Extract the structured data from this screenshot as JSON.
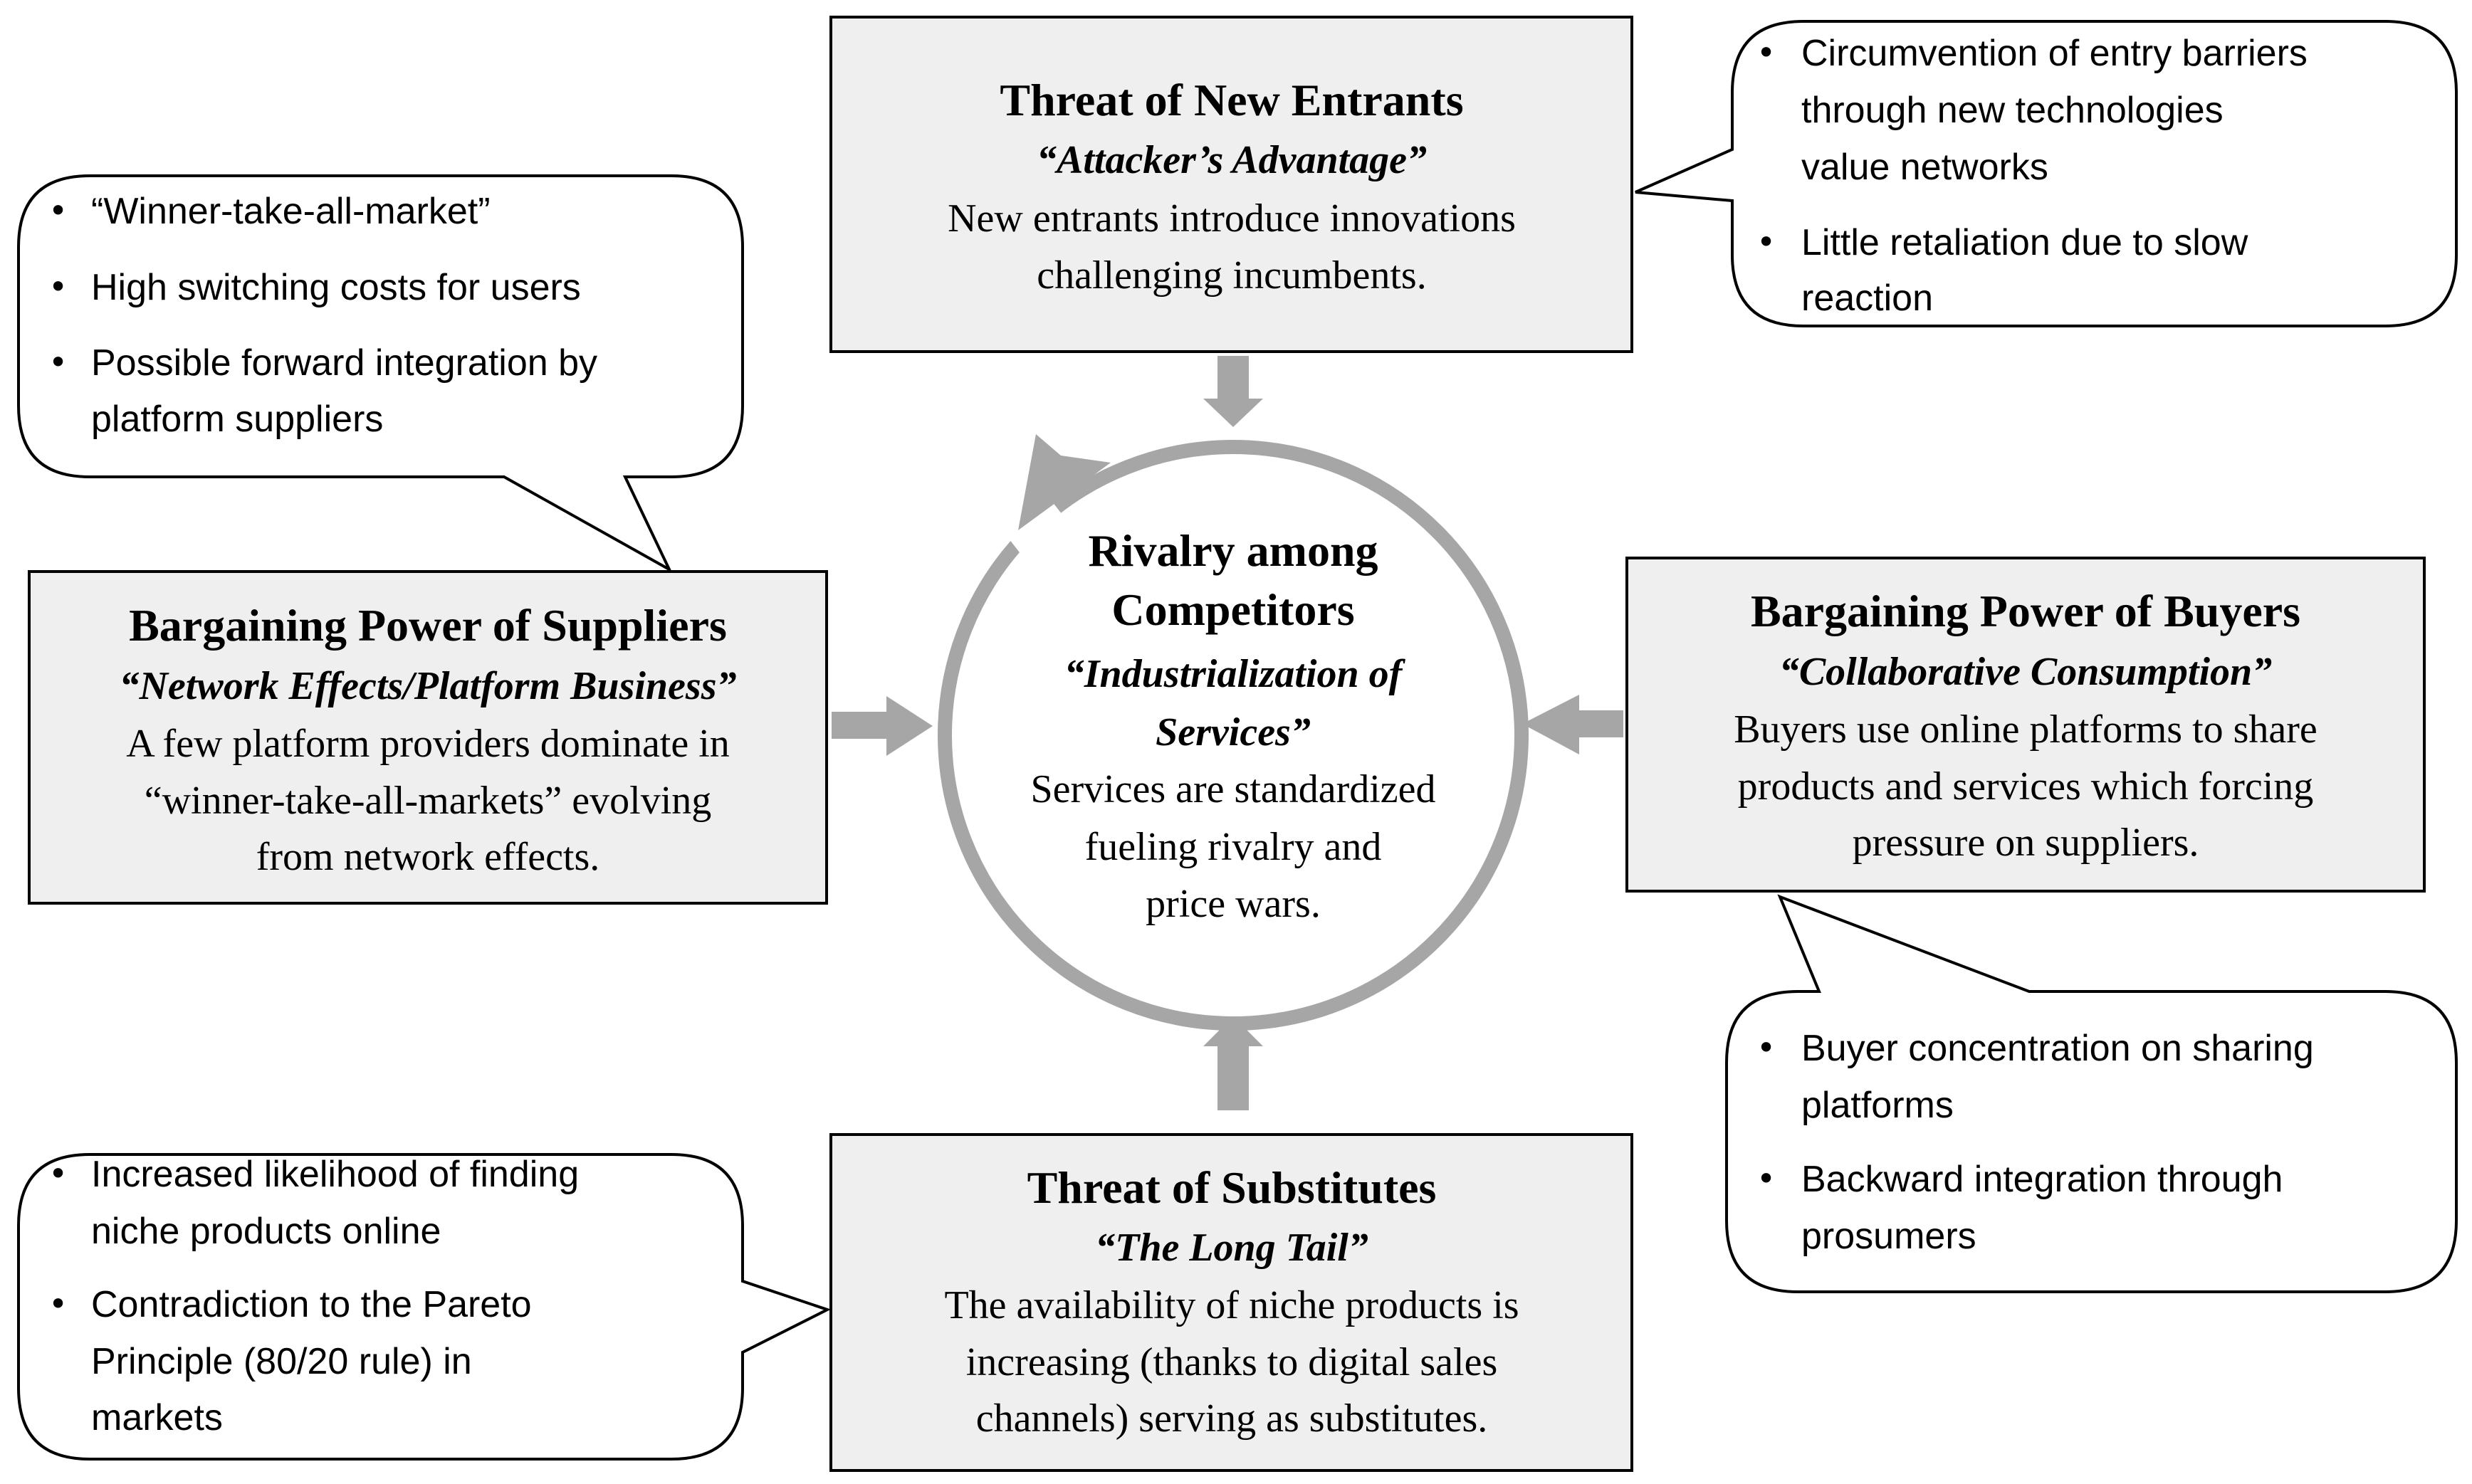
{
  "center": {
    "title_lines": [
      "Rivalry among",
      "Competitors"
    ],
    "subtitle_lines": [
      "“Industrialization of",
      "Services”"
    ],
    "desc_lines": [
      "Services are standardized",
      "fueling rivalry and",
      "price wars."
    ]
  },
  "forces": {
    "new_entrants": {
      "title": "Threat of New Entrants",
      "subtitle": "“Attacker’s Advantage”",
      "desc_lines": [
        "New entrants introduce innovations",
        "challenging incumbents."
      ]
    },
    "suppliers": {
      "title": "Bargaining Power of Suppliers",
      "subtitle": "“Network Effects/Platform Business”",
      "desc_lines": [
        "A few platform providers dominate in",
        "“winner-take-all-markets” evolving",
        "from network effects."
      ]
    },
    "buyers": {
      "title": "Bargaining Power of Buyers",
      "subtitle": "“Collaborative Consumption”",
      "desc_lines": [
        "Buyers use online platforms to share",
        "products and services which forcing",
        "pressure on suppliers."
      ]
    },
    "substitutes": {
      "title": "Threat of Substitutes",
      "subtitle": "“The Long Tail”",
      "desc_lines": [
        "The availability of niche products is",
        "increasing (thanks to digital sales",
        "channels) serving as substitutes."
      ]
    }
  },
  "callouts": {
    "new_entrants": {
      "items": [
        {
          "lines": [
            "Circumvention of entry barriers",
            "through new technologies",
            "value networks"
          ]
        },
        {
          "lines": [
            "Little retaliation due to slow",
            "reaction"
          ]
        }
      ]
    },
    "suppliers": {
      "items": [
        {
          "lines": [
            "“Winner-take-all-market”"
          ]
        },
        {
          "lines": [
            "High switching costs for users"
          ]
        },
        {
          "lines": [
            "Possible forward integration by",
            "platform suppliers"
          ]
        }
      ]
    },
    "buyers": {
      "items": [
        {
          "lines": [
            "Buyer concentration on sharing",
            "platforms"
          ]
        },
        {
          "lines": [
            "Backward integration through",
            "prosumers"
          ]
        }
      ]
    },
    "substitutes": {
      "items": [
        {
          "lines": [
            "Increased likelihood of finding",
            "niche products online"
          ]
        },
        {
          "lines": [
            "Contradiction to the Pareto",
            "Principle (80/20 rule) in",
            "markets"
          ]
        }
      ]
    }
  },
  "bullet_glyph": "•",
  "colors": {
    "box_fill": "#efefef",
    "arrow": "#a6a6a6",
    "circle": "#a6a6a6"
  }
}
